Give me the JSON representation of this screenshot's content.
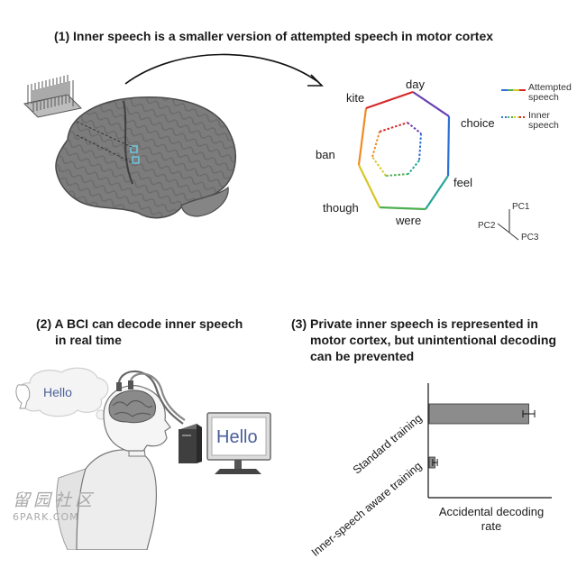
{
  "panel1": {
    "title": "(1) Inner speech is a smaller version of attempted speech in motor cortex",
    "words": [
      "day",
      "choice",
      "feel",
      "were",
      "though",
      "ban",
      "kite"
    ],
    "legend": {
      "attempted": "Attempted speech",
      "inner": "Inner speech"
    },
    "pc_axes": [
      "PC1",
      "PC2",
      "PC3"
    ]
  },
  "panel2": {
    "title_line1": "(2) A BCI can decode inner speech",
    "title_line2": "in real time",
    "thought_text": "Hello",
    "screen_text": "Hello"
  },
  "panel3": {
    "title_line1": "(3) Private inner speech is represented in",
    "title_line2": "motor cortex, but unintentional decoding",
    "title_line3": "can be prevented",
    "xlabel_line1": "Accidental decoding",
    "xlabel_line2": "rate"
  },
  "chart_data": {
    "type": "bar",
    "orientation": "horizontal",
    "categories": [
      "Standard training",
      "Inner-speech aware training"
    ],
    "values": [
      0.85,
      0.05
    ],
    "error": [
      0.05,
      0.02
    ],
    "xlabel": "Accidental decoding rate",
    "xlim": [
      0,
      1
    ],
    "color": "#8c8c8c"
  },
  "watermark": {
    "line1": "留园社区",
    "line2": "6PARK.COM"
  }
}
